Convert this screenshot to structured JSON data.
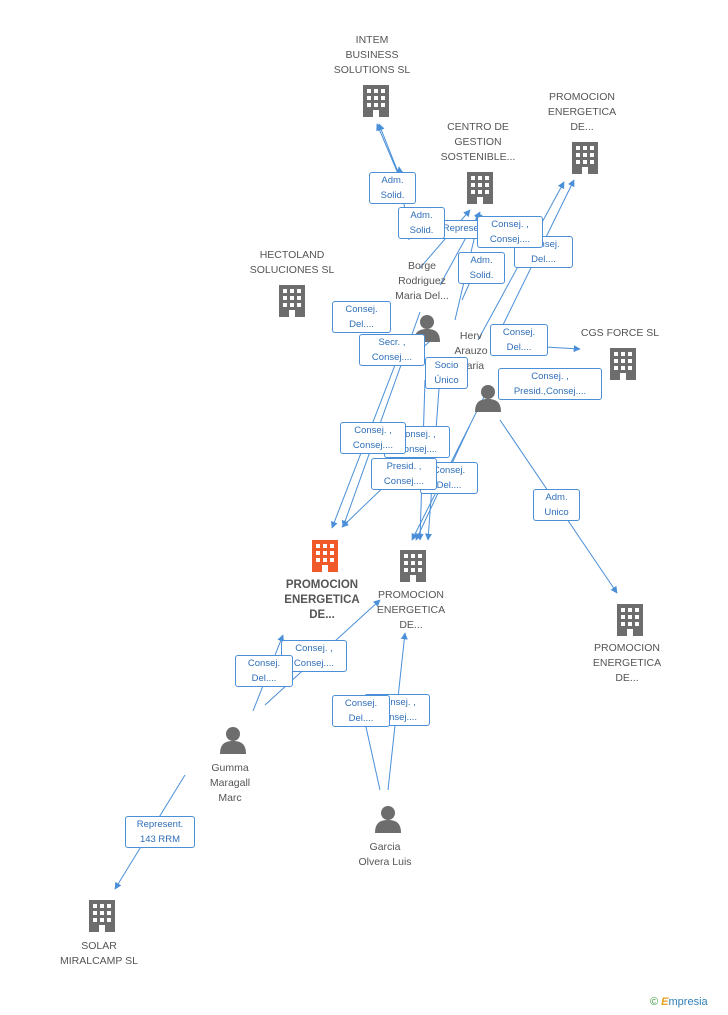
{
  "colors": {
    "edge": "#4a8fd8",
    "node_gray": "#6d6d6d",
    "focus": "#f05a2a"
  },
  "nodes": {
    "intem": {
      "label": "INTEM\nBUSINESS\nSOLUTIONS SL",
      "kind": "company"
    },
    "centro": {
      "label": "CENTRO DE\nGESTION\nSOSTENIBLE...",
      "kind": "company"
    },
    "promo_top": {
      "label": "PROMOCION\nENERGETICA\nDE...",
      "kind": "company"
    },
    "hectoland": {
      "label": "HECTOLAND\nSOLUCIONES SL",
      "kind": "company"
    },
    "cgs": {
      "label": "CGS FORCE SL",
      "kind": "company"
    },
    "promo_focus": {
      "label": "PROMOCION\nENERGETICA\nDE...",
      "kind": "company-focus"
    },
    "promo_mid": {
      "label": "PROMOCION\nENERGETICA\nDE...",
      "kind": "company"
    },
    "promo_right": {
      "label": "PROMOCION\nENERGETICA\nDE...",
      "kind": "company"
    },
    "solar": {
      "label": "SOLAR\nMIRALCAMP SL",
      "kind": "company"
    },
    "borge": {
      "label": "Borge\nRodriguez\nMaria Del...",
      "kind": "person"
    },
    "herv": {
      "label": "Herv\nArauzo\nMaria",
      "kind": "person"
    },
    "gumma": {
      "label": "Gumma\nMaragall\nMarc",
      "kind": "person"
    },
    "garcia": {
      "label": "Garcia\nOlvera Luis",
      "kind": "person"
    }
  },
  "edge_labels": [
    {
      "id": "e1",
      "text": "Adm.\nSolid."
    },
    {
      "id": "e2",
      "text": "Adm.\nSolid."
    },
    {
      "id": "e3",
      "text": "Represent."
    },
    {
      "id": "e4",
      "text": "Consej. ,\nConsej...."
    },
    {
      "id": "e5",
      "text": "Consej.\nDel...."
    },
    {
      "id": "e6",
      "text": "Adm.\nSolid."
    },
    {
      "id": "e7",
      "text": "Consej.\nDel...."
    },
    {
      "id": "e8",
      "text": "Secr. ,\nConsej...."
    },
    {
      "id": "e9",
      "text": "Consej.\nDel...."
    },
    {
      "id": "e10",
      "text": "Socio\nÚnico"
    },
    {
      "id": "e11",
      "text": "Consej. ,\nPresid.,Consej...."
    },
    {
      "id": "e12",
      "text": "Consej. ,\nConsej...."
    },
    {
      "id": "e13",
      "text": "Consej. ,\nConsej...."
    },
    {
      "id": "e14",
      "text": "Presid. ,\nConsej...."
    },
    {
      "id": "e15",
      "text": "Consej.\nDel...."
    },
    {
      "id": "e16",
      "text": "Adm.\nUnico"
    },
    {
      "id": "e17",
      "text": "Consej. ,\nConsej...."
    },
    {
      "id": "e18",
      "text": "Consej.\nDel...."
    },
    {
      "id": "e19",
      "text": "Consej. ,\nConsej...."
    },
    {
      "id": "e20",
      "text": "Consej.\nDel...."
    },
    {
      "id": "e21",
      "text": "Represent.\n143 RRM"
    }
  ],
  "brand": {
    "copyright": "©",
    "name_initial": "E",
    "name_rest": "mpresia"
  }
}
